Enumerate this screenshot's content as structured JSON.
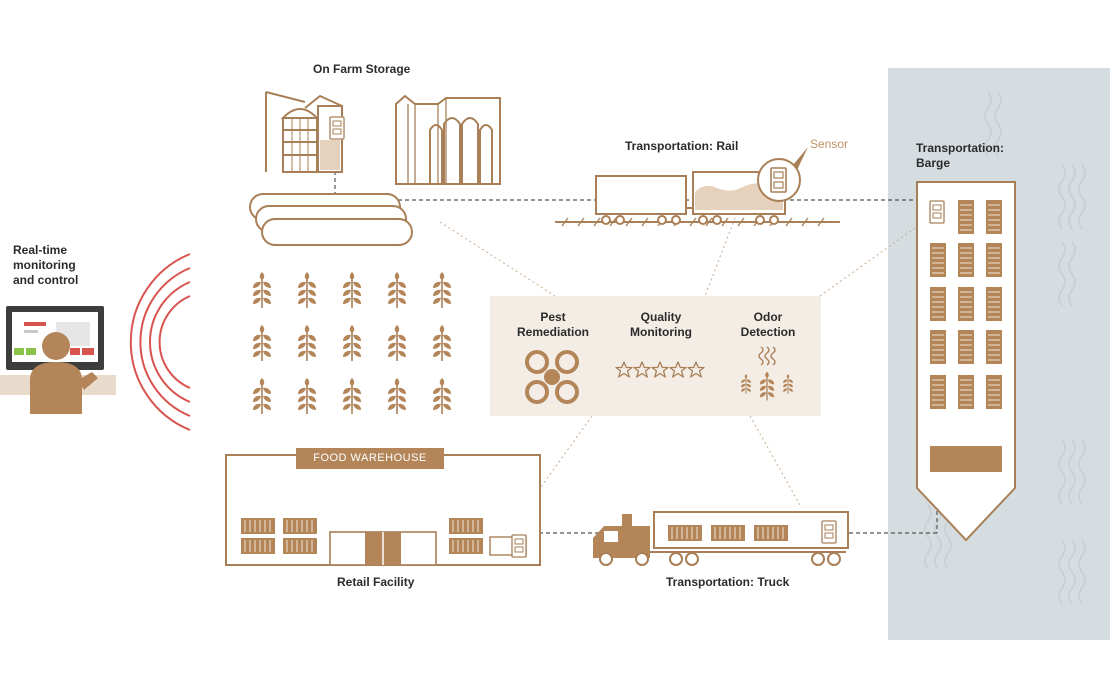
{
  "labels": {
    "farm_storage": "On Farm Storage",
    "rail": "Transportation: Rail",
    "sensor": "Sensor",
    "barge": "Transportation: Barge",
    "monitoring": "Real-time monitoring and control",
    "pest": "Pest Remediation",
    "quality": "Quality Monitoring",
    "odor": "Odor Detection",
    "warehouse_sign": "FOOD WAREHOUSE",
    "retail": "Retail Facility",
    "truck": "Transportation: Truck"
  },
  "quality_stars": {
    "count": 5
  },
  "colors": {
    "stroke": "#a87f57",
    "fill": "#b38559",
    "fill_light": "#e6d2bc",
    "panel": "#f4ede6",
    "water": "#d6dde1",
    "signal": "#d9534f",
    "text": "#2b2b2b",
    "sensor_text": "#c09468"
  },
  "icons": [
    "silo-icon",
    "grain-elevator-icon",
    "grain-bag-icon",
    "wheat-icon",
    "rail-car-icon",
    "sensor-icon",
    "barge-icon",
    "truck-icon",
    "warehouse-icon",
    "monitor-icon",
    "person-icon",
    "signal-waves-icon",
    "pest-icon",
    "star-icon",
    "odor-icon"
  ]
}
